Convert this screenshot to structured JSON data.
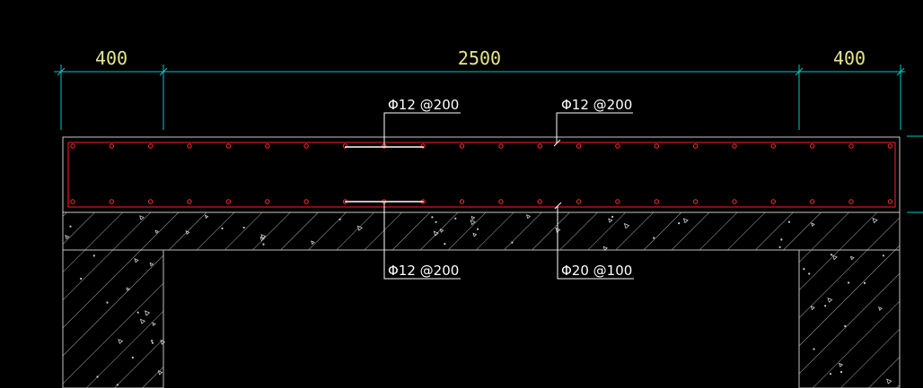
{
  "dimensions": {
    "left": "400",
    "middle": "2500",
    "right": "400"
  },
  "rebar_labels": {
    "top_left": "Φ12 @200",
    "top_right": "Φ12 @200",
    "bottom_left": "Φ12 @200",
    "bottom_right": "Φ20 @100"
  },
  "colors": {
    "background": "#000000",
    "dimension_line": "#00c8c8",
    "dimension_text": "#e6e68c",
    "rebar": "#ff2020",
    "outline": "#c8c8c8",
    "label": "#ffffff"
  }
}
